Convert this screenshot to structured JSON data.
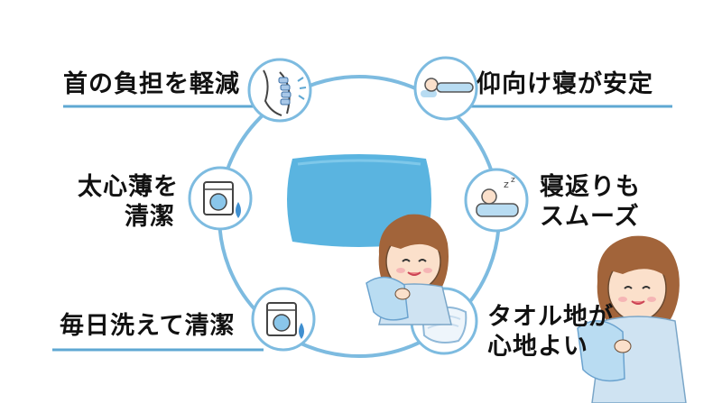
{
  "benefits": [
    {
      "id": "neck",
      "text": "首の負担を軽減",
      "icon": "neck-spine-icon"
    },
    {
      "id": "supine",
      "text": "仰向け寝が安定",
      "icon": "sleeping-supine-icon"
    },
    {
      "id": "thin",
      "lines": [
        "太心薄を",
        "清潔"
      ],
      "icon": "washing-machine-icon"
    },
    {
      "id": "turn",
      "lines": [
        "寝返りも",
        "スムーズ"
      ],
      "icon": "sleeping-side-icon"
    },
    {
      "id": "washable",
      "text": "毎日洗えて清潔",
      "icon": "washing-machine-icon"
    },
    {
      "id": "towel",
      "lines": [
        "タオル地が",
        "心地よい"
      ],
      "icon": "towel-icon"
    }
  ],
  "center": {
    "icon": "pillow-icon"
  },
  "colors": {
    "accent": "#5fa8d3",
    "pillow": "#5ab4e0",
    "text": "#111111",
    "skin": "#fbe0cb",
    "hair": "#a2643a",
    "pajama": "#cfe3f2"
  }
}
